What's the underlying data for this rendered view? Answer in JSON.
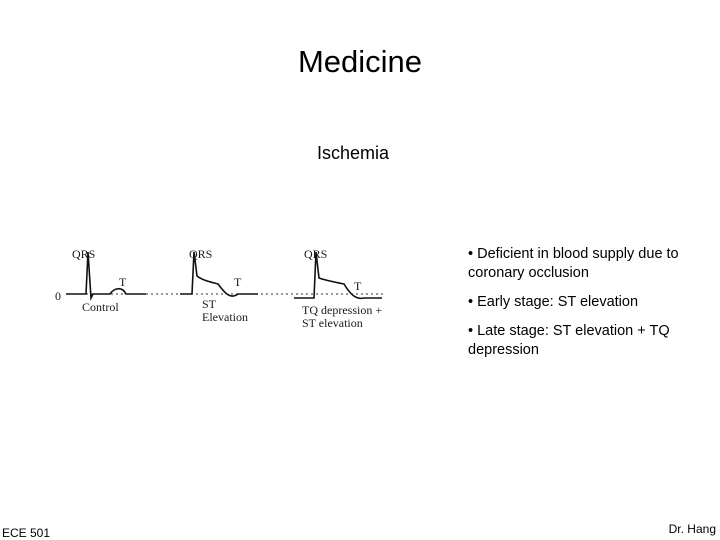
{
  "slide": {
    "title": "Medicine",
    "subtitle": "Ischemia"
  },
  "figure": {
    "baseline_label": "0",
    "panels": [
      {
        "peak_label": "QRS",
        "wave_label": "T",
        "caption_lines": [
          "Control"
        ]
      },
      {
        "peak_label": "QRS",
        "wave_label": "T",
        "caption_lines": [
          "ST",
          "Elevation"
        ]
      },
      {
        "peak_label": "QRS",
        "wave_label": "T",
        "caption_lines": [
          "TQ depression +",
          "ST elevation"
        ]
      }
    ]
  },
  "bullets": [
    "• Deficient in blood supply due to coronary occlusion",
    "• Early stage: ST elevation",
    "• Late stage: ST elevation + TQ depression"
  ],
  "footer": {
    "left": "ECE 501",
    "right": "Dr. Hang"
  }
}
